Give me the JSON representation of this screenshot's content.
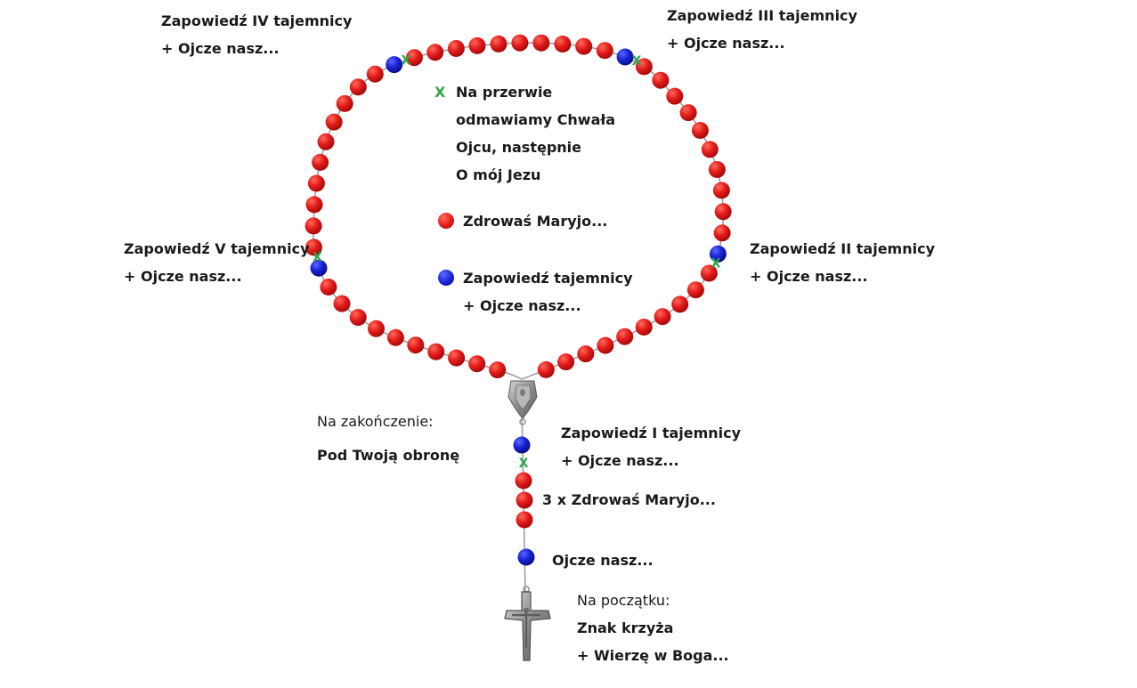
{
  "colors": {
    "hail_mary_bead": "#e21a1a",
    "our_father_bead": "#1622d4",
    "glory_marker": "#2aa84a",
    "chain": "#9a9a9a",
    "metal": "#8f8f8f"
  },
  "markers": {
    "glory": "X"
  },
  "legend": {
    "glory_lines": [
      "Na przerwie",
      "odmawiamy Chwała",
      "Ojcu, następnie",
      "O mój Jezu"
    ],
    "hail_mary": "Zdrowaś Maryjo...",
    "mystery_lines": [
      "Zapowiedź tajemnicy",
      "+ Ojcze nasz..."
    ]
  },
  "mysteries": {
    "first": [
      "Zapowiedź I tajemnicy",
      "+ Ojcze nasz..."
    ],
    "second": [
      "Zapowiedź II tajemnicy",
      "+ Ojcze nasz..."
    ],
    "third": [
      "Zapowiedź III tajemnicy",
      "+ Ojcze nasz..."
    ],
    "fourth": [
      "Zapowiedź IV tajemnicy",
      "+ Ojcze nasz..."
    ],
    "fifth": [
      "Zapowiedź V tajemnicy",
      "+ Ojcze nasz..."
    ]
  },
  "pendant": {
    "three_hail_marys": "3 x Zdrowaś Maryjo...",
    "our_father": "Ojcze nasz..."
  },
  "beginning": {
    "heading": "Na początku:",
    "lines": [
      "Znak krzyża",
      "+ Wierzę w Boga..."
    ]
  },
  "ending": {
    "heading": "Na zakończenie:",
    "prayer": "Pod Twoją obronę"
  }
}
